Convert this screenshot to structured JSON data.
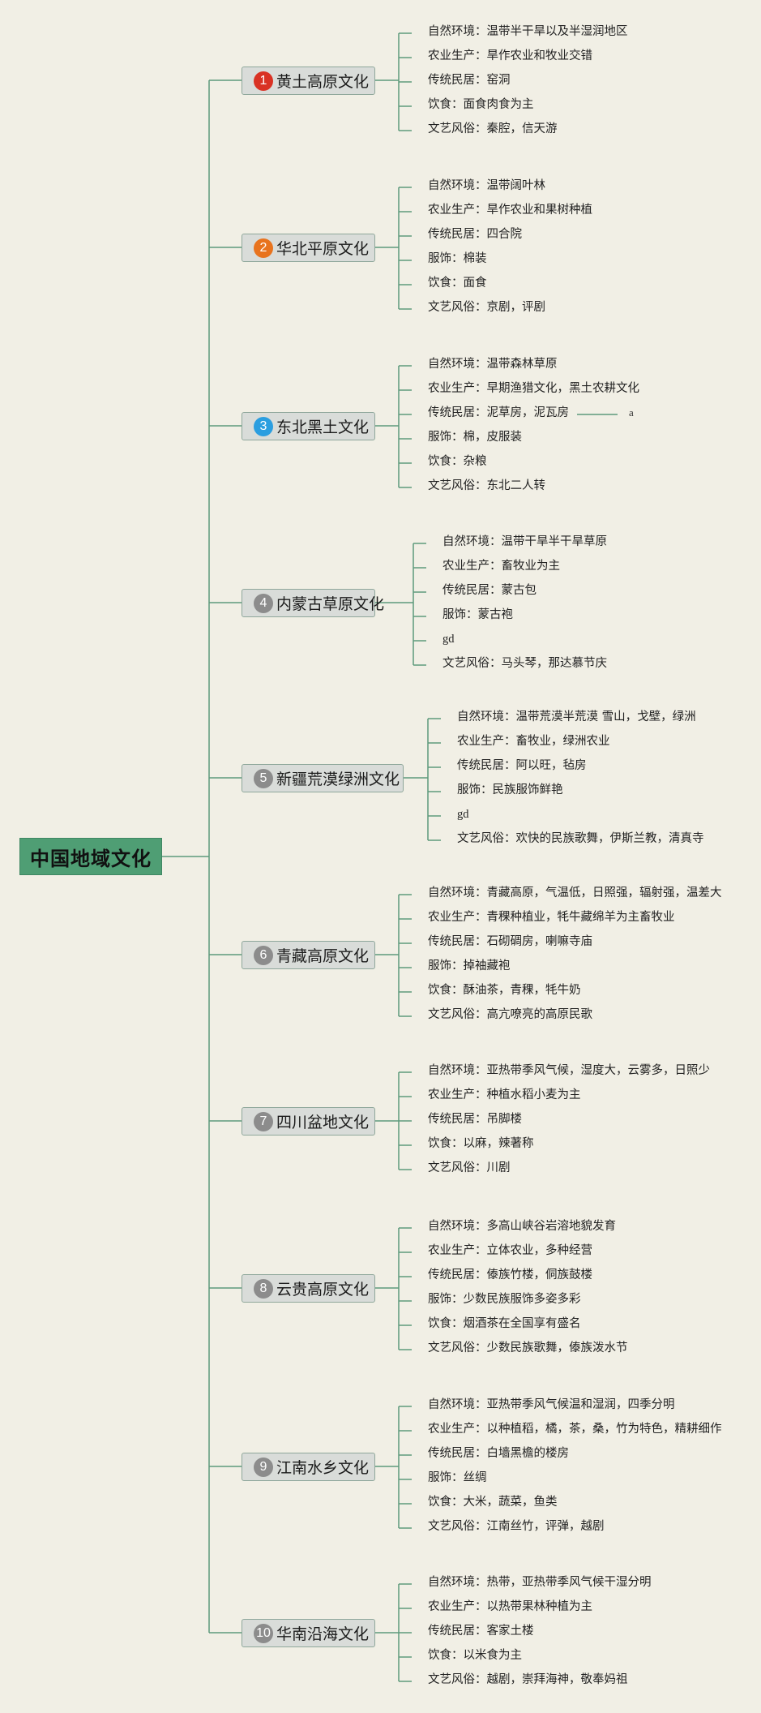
{
  "root": "中国地域文化",
  "regions": [
    {
      "num": "1",
      "color": "#d93224",
      "name": "黄土高原文化",
      "items": [
        "自然环境：温带半干旱以及半湿润地区",
        "农业生产：旱作农业和牧业交错",
        "传统民居：窑洞",
        "饮食：面食肉食为主",
        "文艺风俗：秦腔，信天游"
      ]
    },
    {
      "num": "2",
      "color": "#e8731e",
      "name": "华北平原文化",
      "items": [
        "自然环境：温带阔叶林",
        "农业生产：旱作农业和果树种植",
        "传统民居：四合院",
        "服饰：棉装",
        "饮食：面食",
        "文艺风俗：京剧，评剧"
      ]
    },
    {
      "num": "3",
      "color": "#2b9ee0",
      "name": "东北黑土文化",
      "items": [
        "自然环境：温带森林草原",
        "农业生产：早期渔猎文化，黑土农耕文化",
        "传统民居：泥草房，泥瓦房",
        "服饰：棉，皮服装",
        "饮食：杂粮",
        "文艺风俗：东北二人转"
      ],
      "note": "a"
    },
    {
      "num": "4",
      "color": "#8c8c8c",
      "name": "内蒙古草原文化",
      "items": [
        "自然环境：温带干旱半干旱草原",
        "农业生产：畜牧业为主",
        "传统民居：蒙古包",
        "服饰：蒙古袍",
        "gd",
        "文艺风俗：马头琴，那达慕节庆"
      ]
    },
    {
      "num": "5",
      "color": "#8c8c8c",
      "name": "新疆荒漠绿洲文化",
      "items": [
        "自然环境：温带荒漠半荒漠 雪山，戈壁，绿洲",
        "农业生产：畜牧业，绿洲农业",
        "传统民居：阿以旺，毡房",
        "服饰：民族服饰鲜艳",
        "gd",
        "文艺风俗：欢快的民族歌舞，伊斯兰教，清真寺"
      ]
    },
    {
      "num": "6",
      "color": "#8c8c8c",
      "name": "青藏高原文化",
      "items": [
        "自然环境：青藏高原，气温低，日照强，辐射强，温差大",
        "农业生产：青稞种植业，牦牛藏绵羊为主畜牧业",
        "传统民居：石砌碉房，喇嘛寺庙",
        "服饰：掉袖藏袍",
        "饮食：酥油茶，青稞，牦牛奶",
        "文艺风俗：高亢嘹亮的高原民歌"
      ]
    },
    {
      "num": "7",
      "color": "#8c8c8c",
      "name": "四川盆地文化",
      "items": [
        "自然环境：亚热带季风气候，湿度大，云雾多，日照少",
        "农业生产：种植水稻小麦为主",
        "传统民居：吊脚楼",
        "饮食：以麻，辣著称",
        "文艺风俗：川剧"
      ]
    },
    {
      "num": "8",
      "color": "#8c8c8c",
      "name": "云贵高原文化",
      "items": [
        "自然环境：多高山峡谷岩溶地貌发育",
        "农业生产：立体农业，多种经营",
        "传统民居：傣族竹楼，侗族鼓楼",
        "服饰：少数民族服饰多姿多彩",
        "饮食：烟酒茶在全国享有盛名",
        "文艺风俗：少数民族歌舞，傣族泼水节"
      ]
    },
    {
      "num": "9",
      "color": "#8c8c8c",
      "name": "江南水乡文化",
      "items": [
        "自然环境：亚热带季风气候温和湿润，四季分明",
        "农业生产：以种植稻，橘，茶，桑，竹为特色，精耕细作",
        "传统民居：白墙黑檐的楼房",
        "服饰：丝绸",
        "饮食：大米，蔬菜，鱼类",
        "文艺风俗：江南丝竹，评弹，越剧"
      ]
    },
    {
      "num": "10",
      "color": "#8c8c8c",
      "name": "华南沿海文化",
      "items": [
        "自然环境：热带，亚热带季风气候干湿分明",
        "农业生产：以热带果林种植为主",
        "传统民居：客家土楼",
        "饮食：以米食为主",
        "文艺风俗：越剧，崇拜海神，敬奉妈祖"
      ]
    }
  ]
}
